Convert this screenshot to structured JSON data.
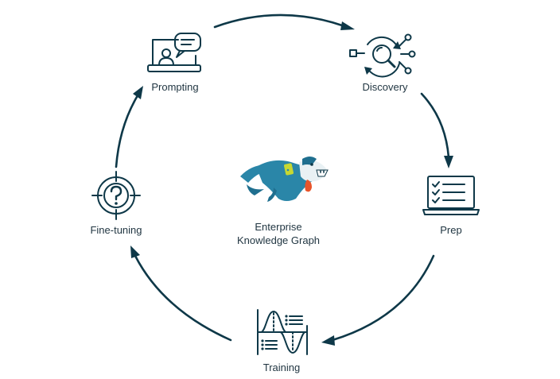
{
  "center": {
    "line1": "Enterprise",
    "line2": "Knowledge Graph"
  },
  "stages": [
    {
      "label": "Prompting",
      "icon": "laptop-chat-icon"
    },
    {
      "label": "Discovery",
      "icon": "magnifier-network-icon"
    },
    {
      "label": "Prep",
      "icon": "laptop-checklist-icon"
    },
    {
      "label": "Training",
      "icon": "waveform-list-icon"
    },
    {
      "label": "Fine-tuning",
      "icon": "target-question-icon"
    }
  ],
  "colors": {
    "primary": "#0e3848",
    "text": "#1f3440",
    "mascot_body": "#2a86a8",
    "mascot_collar": "#c6d832",
    "mascot_tongue": "#e8542a",
    "background": "#ffffff"
  }
}
